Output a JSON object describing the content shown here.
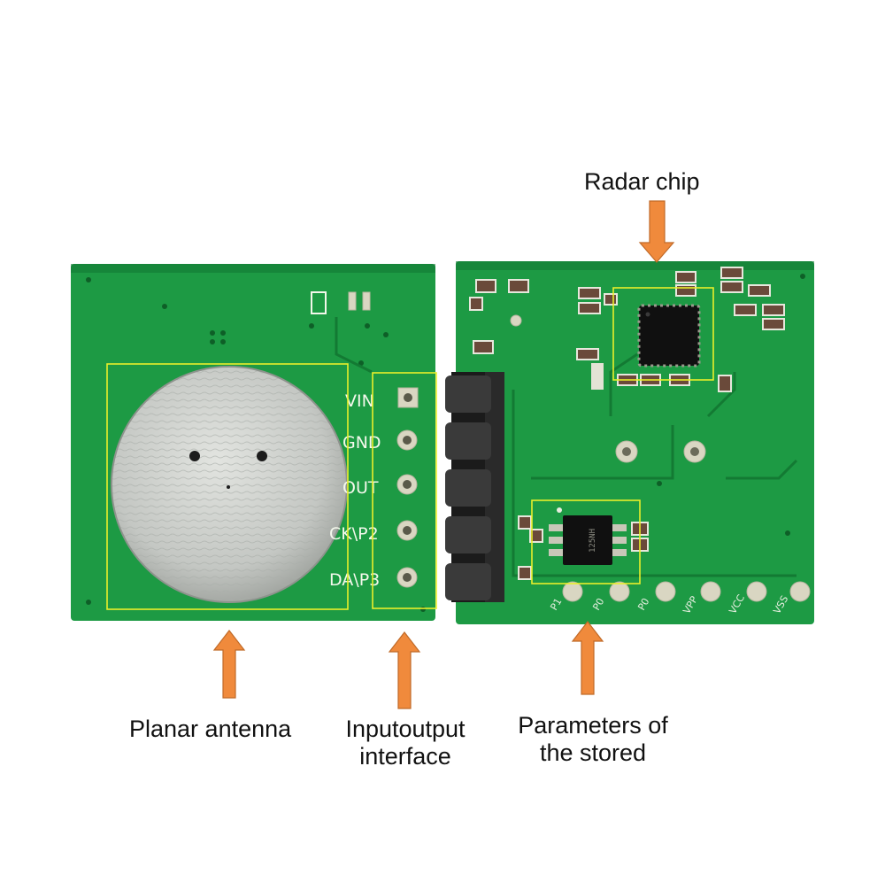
{
  "colors": {
    "pcb": "#1d9a44",
    "pcb_dark": "#137a33",
    "pcb_edge": "#0e5f27",
    "trace": "#1a8c3d",
    "silkscreen": "#f2f7ea",
    "highlight_box": "#e9ef2a",
    "arrow_fill": "#f08a3c",
    "arrow_stroke": "#c06a28",
    "antenna_metal": "#c9ccc8",
    "header_plastic": "#1b1b1b",
    "chip_body": "#111111",
    "smd_component": "#6a4a3a"
  },
  "captions": {
    "radar_chip": "Radar chip",
    "planar_antenna": "Planar antenna",
    "io_interface_line1": "Inputoutput",
    "io_interface_line2": "interface",
    "parameters_line1": "Parameters of",
    "parameters_line2": "the stored"
  },
  "left_board": {
    "pin_labels": [
      "VIN",
      "GND",
      "OUT",
      "CK\\P2",
      "DA\\P3"
    ]
  },
  "right_board": {
    "pad_labels": [
      "P1",
      "P0",
      "P0",
      "VPP",
      "VCC",
      "VSS"
    ],
    "chip_marking": "125NH"
  }
}
